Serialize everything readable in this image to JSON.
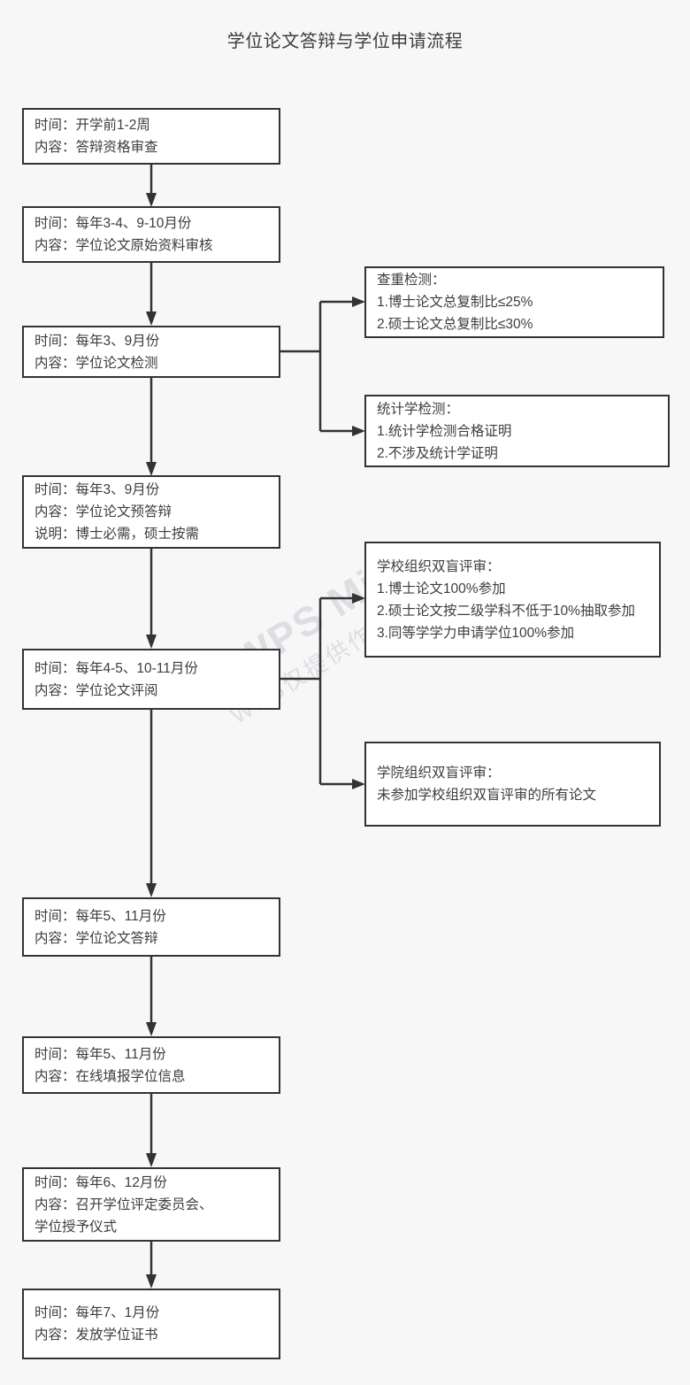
{
  "title": "学位论文答辩与学位申请流程",
  "colors": {
    "background": "#f7f7f7",
    "node_fill": "#ffffff",
    "node_border": "#333333",
    "text": "#3d3d3d",
    "connector": "#333333",
    "watermark": "#c9cbd4"
  },
  "watermarks": [
    {
      "text": "WPS Mind"
    },
    {
      "text": "WPS仅提供作图能力"
    }
  ],
  "nodes": {
    "step1": {
      "lines": [
        "时间：开学前1-2周",
        "内容：答辩资格审查"
      ]
    },
    "step2": {
      "lines": [
        "时间：每年3-4、9-10月份",
        "内容：学位论文原始资料审核"
      ]
    },
    "step3": {
      "lines": [
        "时间：每年3、9月份",
        "内容：学位论文检测"
      ]
    },
    "step4": {
      "lines": [
        "时间：每年3、9月份",
        "内容：学位论文预答辩",
        "说明：博士必需，硕士按需"
      ]
    },
    "step5": {
      "lines": [
        "时间：每年4-5、10-11月份",
        "内容：学位论文评阅"
      ]
    },
    "step6": {
      "lines": [
        "时间：每年5、11月份",
        "内容：学位论文答辩"
      ]
    },
    "step7": {
      "lines": [
        "时间：每年5、11月份",
        "内容：在线填报学位信息"
      ]
    },
    "step8": {
      "lines": [
        "时间：每年6、12月份",
        "内容：召开学位评定委员会、",
        "学位授予仪式"
      ]
    },
    "step9": {
      "lines": [
        "时间：每年7、1月份",
        "内容：发放学位证书"
      ]
    },
    "branch_plagiarism": {
      "lines": [
        "查重检测：",
        "1.博士论文总复制比≤25%",
        "2.硕士论文总复制比≤30%"
      ]
    },
    "branch_statistics": {
      "lines": [
        "统计学检测：",
        "1.统计学检测合格证明",
        "2.不涉及统计学证明"
      ]
    },
    "branch_school_review": {
      "lines": [
        "学校组织双盲评审：",
        "1.博士论文100%参加",
        "2.硕士论文按二级学科不低于10%抽取参加",
        "3.同等学学力申请学位100%参加"
      ]
    },
    "branch_college_review": {
      "lines": [
        "学院组织双盲评审：",
        "未参加学校组织双盲评审的所有论文"
      ]
    }
  }
}
